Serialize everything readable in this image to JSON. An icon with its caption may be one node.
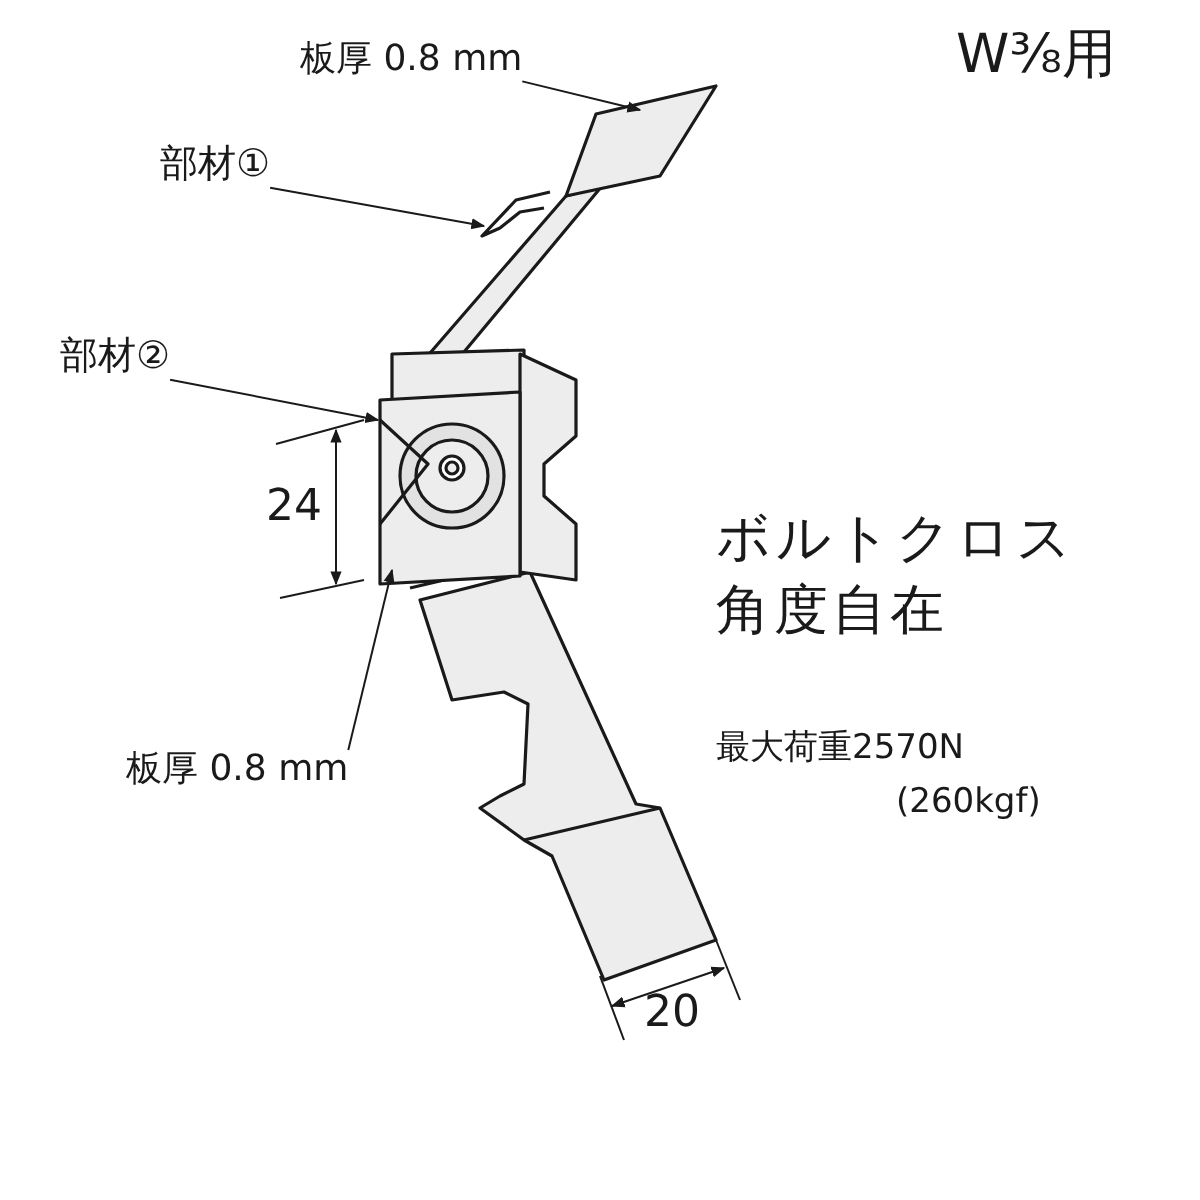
{
  "diagram": {
    "nodes": [
      {
        "text": [
          "板厚 0.8 mm"
        ]
      },
      {
        "text": [
          "部材①"
        ]
      },
      {
        "text": [
          "部材②"
        ]
      },
      {
        "text": [
          "板厚 0.8 mm"
        ]
      }
    ],
    "edges": [
      {
        "from": 0,
        "to": null,
        "arrow": "to"
      },
      {
        "from": 1,
        "to": null,
        "arrow": "to"
      },
      {
        "from": 2,
        "to": null,
        "arrow": "to"
      },
      {
        "from": 3,
        "to": null,
        "arrow": "to"
      }
    ],
    "labels": [
      "W⅜用",
      "24",
      "ボルトクロス角度自在",
      "最大荷重2570N",
      "(260kgf)",
      "20"
    ]
  }
}
